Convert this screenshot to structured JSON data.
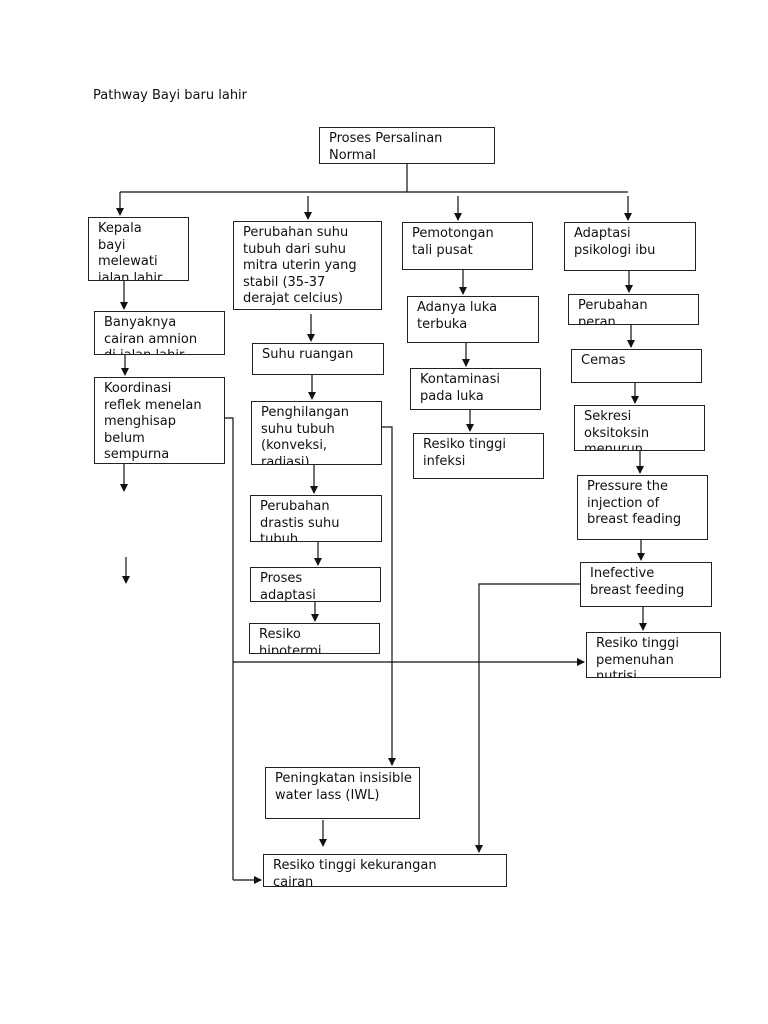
{
  "title": "Pathway Bayi baru lahir",
  "nodes": [
    {
      "lines": [
        "Proses Persalinan",
        "Normal"
      ]
    },
    {
      "lines": [
        "Kepala",
        "bayi",
        "melewati",
        "jalan lahir"
      ]
    },
    {
      "lines": [
        "Perubahan suhu",
        "tubuh dari suhu",
        "mitra uterin yang",
        "stabil (35-37",
        "derajat celcius)"
      ]
    },
    {
      "lines": [
        "Pemotongan",
        "tali pusat"
      ]
    },
    {
      "lines": [
        "Adaptasi",
        "psikologi ibu"
      ]
    },
    {
      "lines": [
        "Banyaknya",
        "cairan amnion",
        "di jalan lahir"
      ]
    },
    {
      "lines": [
        "Koordinasi",
        "reflek menelan",
        "menghisap",
        "belum",
        "sempurna"
      ]
    },
    {
      "lines": [
        "Suhu ruangan"
      ]
    },
    {
      "lines": [
        "Penghilangan",
        "suhu tubuh",
        "(konveksi,",
        "radiasi)"
      ]
    },
    {
      "lines": [
        "Perubahan",
        "drastis suhu",
        "tubuh"
      ]
    },
    {
      "lines": [
        "Proses",
        "adaptasi"
      ]
    },
    {
      "lines": [
        "Resiko",
        "hipotermi"
      ]
    },
    {
      "lines": [
        "Adanya luka",
        "terbuka"
      ]
    },
    {
      "lines": [
        "Kontaminasi",
        "pada luka"
      ]
    },
    {
      "lines": [
        "Resiko tinggi",
        "infeksi"
      ]
    },
    {
      "lines": [
        "Perubahan",
        "peran"
      ]
    },
    {
      "lines": [
        "Cemas"
      ]
    },
    {
      "lines": [
        "Sekresi",
        "oksitoksin",
        "menurun"
      ]
    },
    {
      "lines": [
        "Pressure the",
        "injection of",
        "breast feading"
      ]
    },
    {
      "lines": [
        "Inefective",
        "breast feeding"
      ]
    },
    {
      "lines": [
        "Resiko tinggi",
        "pemenuhan",
        "nutrisi"
      ]
    },
    {
      "lines": [
        "Peningkatan insisible",
        "water lass (IWL)"
      ]
    },
    {
      "lines": [
        "Resiko tinggi kekurangan",
        "cairan"
      ]
    }
  ]
}
